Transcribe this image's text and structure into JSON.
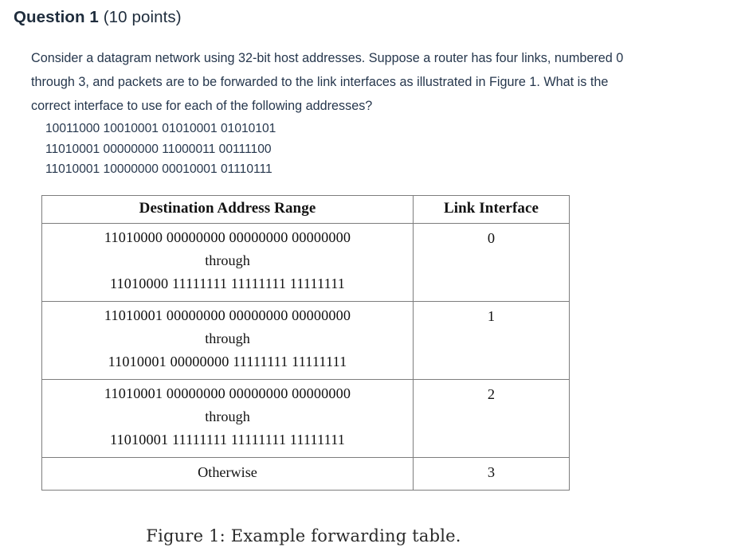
{
  "question": {
    "label": "Question 1",
    "points": "(10 points)",
    "body_lines": [
      "Consider a datagram network using 32-bit host addresses. Suppose a router has four links, numbered 0",
      "through 3, and packets are to be forwarded to the link interfaces as illustrated in Figure 1. What is the",
      "correct interface to use for each of the following addresses?"
    ],
    "addresses": [
      "10011000 10010001 01010001 01010101",
      "11010001 00000000 11000011 00111100",
      "11010001 10000000 00010001 01110111"
    ]
  },
  "forwarding_table": {
    "headers": {
      "range": "Destination Address Range",
      "interface": "Link Interface"
    },
    "through_label": "through",
    "otherwise_label": "Otherwise",
    "rows": [
      {
        "start": "11010000 00000000 00000000 00000000",
        "end": "11010000 11111111 11111111 11111111",
        "interface": "0"
      },
      {
        "start": "11010001 00000000 00000000 00000000",
        "end": "11010001 00000000 11111111 11111111",
        "interface": "1"
      },
      {
        "start": "11010001 00000000 00000000 00000000",
        "end": "11010001 11111111 11111111 11111111",
        "interface": "2"
      }
    ],
    "otherwise_interface": "3"
  },
  "figure": {
    "caption": "Figure 1:  Example forwarding table."
  },
  "colors": {
    "text": "#26374d",
    "heading": "#1f2d3d",
    "table_text": "#121212",
    "table_border": "#7d7d7d",
    "background": "#ffffff"
  }
}
